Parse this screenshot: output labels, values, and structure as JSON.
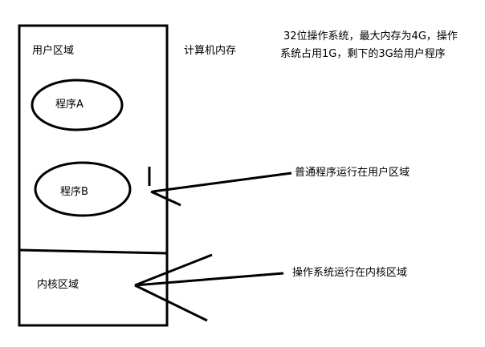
{
  "diagram": {
    "user_area_label": "用户区域",
    "kernel_area_label": "内核区域",
    "memory_label": "计算机内存",
    "program_a_label": "程序A",
    "program_b_label": "程序B",
    "note_line1": "32位操作系统，最大内存为4G，操作",
    "note_line2": "系统占用1G，剩下的3G给用户程序",
    "user_programs_note": "普通程序运行在用户区域",
    "kernel_note": "操作系统运行在内核区域"
  },
  "colors": {
    "stroke": "#000000",
    "background": "#ffffff",
    "text": "#000000"
  }
}
